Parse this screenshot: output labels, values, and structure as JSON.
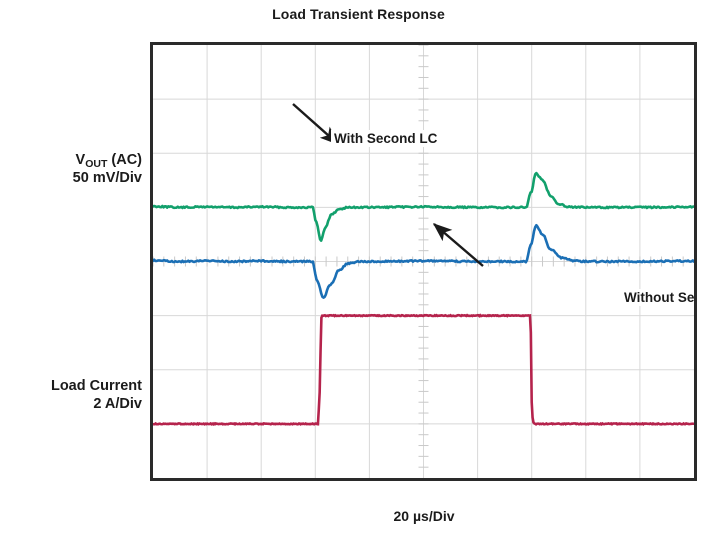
{
  "chart": {
    "title": "Load Transient Response",
    "xlabel": "20 µs/Div",
    "y_axis_labels": {
      "vout_line1_prefix": "V",
      "vout_line1_sub": "OUT",
      "vout_line1_suffix": " (AC)",
      "vout_line2": "50 mV/Div",
      "iload_line1": "Load Current",
      "iload_line2": "2 A/Div"
    },
    "annotations": [
      {
        "name": "with-second-lc",
        "text": "With Second LC"
      },
      {
        "name": "without-second-lc",
        "text": "Without Second LC"
      }
    ]
  },
  "colors": {
    "trace_green": "#12a06c",
    "trace_blue": "#1b6fb5",
    "trace_red": "#b5234c",
    "grid": "#d6d6d6",
    "border": "#2a2a2a",
    "text": "#1b1b1b",
    "background": "#ffffff"
  },
  "chart_data": {
    "type": "line",
    "title": "Load Transient Response",
    "xlabel": "20 µs/Div",
    "ylabel": "",
    "grid": true,
    "legend": "annotated-inline",
    "x_divisions": 10,
    "y_divisions": 8,
    "x_scale_per_div": "20 µs",
    "axis_note": "Oscilloscope capture, 10 horizontal x 8 vertical divisions",
    "series": [
      {
        "name": "With Second LC",
        "channel": "VOUT (AC)",
        "units": "mV",
        "scale_per_div": "50 mV",
        "color": "#12a06c",
        "baseline_div": 1.0,
        "undershoot_mv": -31,
        "overshoot_mv": 32,
        "undershoot_time_div": 3.1,
        "overshoot_time_div": 7.1,
        "points_div": [
          [
            0.0,
            1.02
          ],
          [
            0.5,
            1.0
          ],
          [
            1.0,
            1.01
          ],
          [
            1.5,
            1.0
          ],
          [
            2.0,
            1.01
          ],
          [
            2.5,
            1.0
          ],
          [
            2.95,
            1.0
          ],
          [
            3.02,
            0.72
          ],
          [
            3.1,
            0.38
          ],
          [
            3.18,
            0.62
          ],
          [
            3.3,
            0.87
          ],
          [
            3.45,
            0.97
          ],
          [
            3.6,
            1.0
          ],
          [
            4.0,
            1.0
          ],
          [
            5.0,
            1.01
          ],
          [
            6.0,
            1.0
          ],
          [
            6.9,
            1.0
          ],
          [
            6.98,
            1.26
          ],
          [
            7.08,
            1.63
          ],
          [
            7.2,
            1.5
          ],
          [
            7.35,
            1.22
          ],
          [
            7.5,
            1.06
          ],
          [
            7.7,
            1.01
          ],
          [
            8.0,
            1.0
          ],
          [
            9.0,
            1.0
          ],
          [
            10.0,
            1.01
          ]
        ]
      },
      {
        "name": "Without Second LC",
        "channel": "VOUT (AC)",
        "units": "mV",
        "scale_per_div": "50 mV",
        "color": "#1b6fb5",
        "baseline_div": 0.0,
        "undershoot_mv": -34,
        "overshoot_mv": 33,
        "undershoot_time_div": 3.15,
        "overshoot_time_div": 7.1,
        "points_div": [
          [
            0.0,
            0.02
          ],
          [
            0.5,
            0.0
          ],
          [
            1.0,
            0.01
          ],
          [
            1.5,
            0.0
          ],
          [
            2.0,
            0.01
          ],
          [
            2.5,
            0.0
          ],
          [
            2.95,
            0.0
          ],
          [
            3.03,
            -0.35
          ],
          [
            3.15,
            -0.67
          ],
          [
            3.28,
            -0.42
          ],
          [
            3.45,
            -0.15
          ],
          [
            3.6,
            -0.04
          ],
          [
            3.8,
            0.0
          ],
          [
            4.0,
            0.0
          ],
          [
            5.0,
            0.01
          ],
          [
            6.0,
            0.0
          ],
          [
            6.9,
            0.0
          ],
          [
            6.98,
            0.3
          ],
          [
            7.08,
            0.66
          ],
          [
            7.2,
            0.5
          ],
          [
            7.35,
            0.22
          ],
          [
            7.55,
            0.07
          ],
          [
            7.8,
            0.01
          ],
          [
            8.0,
            0.0
          ],
          [
            9.0,
            0.0
          ],
          [
            10.0,
            0.01
          ]
        ]
      },
      {
        "name": "Load Current",
        "channel": "Load Current",
        "units": "A",
        "scale_per_div": "2 A",
        "color": "#b5234c",
        "low_div": -3.0,
        "high_div": -1.0,
        "step_amplitude_a": 4,
        "rise_time_div": 3.11,
        "fall_time_div": 7.0,
        "points_div": [
          [
            0.0,
            -3.0
          ],
          [
            3.05,
            -3.0
          ],
          [
            3.08,
            -2.45
          ],
          [
            3.11,
            -1.05
          ],
          [
            3.13,
            -1.0
          ],
          [
            6.98,
            -1.0
          ],
          [
            7.0,
            -2.6
          ],
          [
            7.02,
            -2.95
          ],
          [
            7.05,
            -3.0
          ],
          [
            10.0,
            -3.0
          ]
        ]
      }
    ]
  }
}
